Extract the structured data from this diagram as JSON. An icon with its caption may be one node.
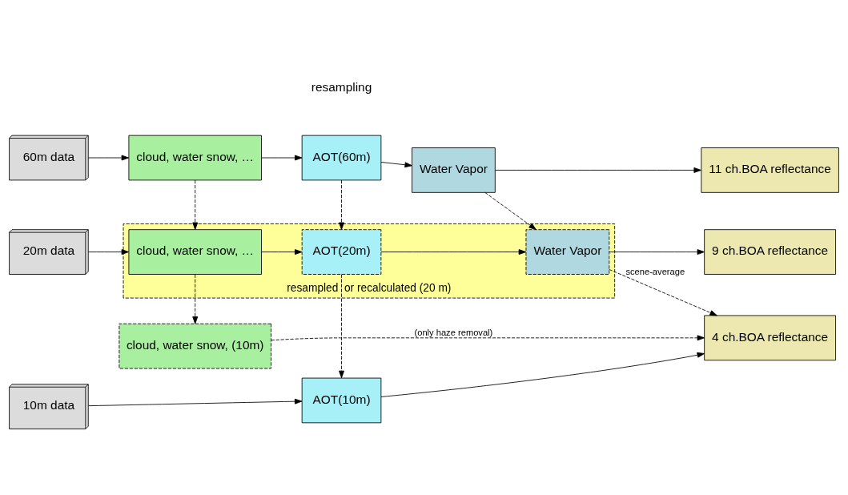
{
  "diagram": {
    "nodes": [
      {
        "text": [
          "60m data"
        ]
      },
      {
        "text": [
          "cloud, water snow, …"
        ]
      },
      {
        "text": [
          "AOT(60m)"
        ]
      },
      {
        "text": [
          "Water Vapor"
        ]
      },
      {
        "text": [
          "11 ch.BOA reflectance"
        ]
      },
      {
        "text": [
          "20m data"
        ]
      },
      {
        "text": [
          "resampled  or recalculated (20 m)"
        ]
      },
      {
        "text": [
          "cloud, water snow, …"
        ],
        "in": 6
      },
      {
        "text": [
          "AOT(20m)"
        ],
        "in": 6
      },
      {
        "text": [
          "Water Vapor"
        ],
        "in": 6
      },
      {
        "text": [
          "9 ch.BOA reflectance"
        ]
      },
      {
        "text": [
          "cloud, water snow, (10m)"
        ]
      },
      {
        "text": [
          "10m data"
        ]
      },
      {
        "text": [
          "AOT(10m)"
        ]
      },
      {
        "text": [
          "4 ch.BOA reflectance"
        ]
      }
    ],
    "edges": [
      {
        "from": 0,
        "to": 1,
        "arrow": "to"
      },
      {
        "from": 1,
        "to": 2,
        "arrow": "to"
      },
      {
        "from": 2,
        "to": 3,
        "arrow": "to"
      },
      {
        "from": 3,
        "to": 4,
        "arrow": "to"
      },
      {
        "from": 1,
        "to": 7,
        "arrow": "to",
        "style": "dashed"
      },
      {
        "from": 2,
        "to": 8,
        "arrow": "to",
        "style": "dashed"
      },
      {
        "from": 3,
        "to": 9,
        "arrow": "to",
        "style": "dashed"
      },
      {
        "from": 5,
        "to": 7,
        "arrow": "to"
      },
      {
        "from": 7,
        "to": 8,
        "arrow": "to"
      },
      {
        "from": 8,
        "to": 9,
        "arrow": "to"
      },
      {
        "from": 9,
        "to": 10,
        "arrow": "to"
      },
      {
        "from": 7,
        "to": 11,
        "arrow": "to",
        "style": "dashed"
      },
      {
        "from": 8,
        "to": 13,
        "arrow": "to",
        "style": "dashed"
      },
      {
        "from": 9,
        "to": 14,
        "arrow": "to",
        "style": "dashed",
        "label": "scene-average"
      },
      {
        "from": 11,
        "to": 14,
        "arrow": "to",
        "style": "dashed",
        "label": "(only haze removal)"
      },
      {
        "from": 12,
        "to": 13,
        "arrow": "to"
      },
      {
        "from": 13,
        "to": 14,
        "arrow": "to"
      }
    ],
    "labels": [
      "resampling"
    ]
  }
}
